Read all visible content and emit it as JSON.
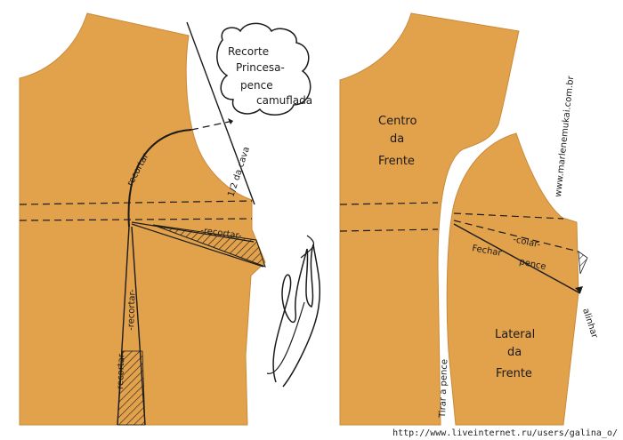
{
  "colors": {
    "paper": "#e2a14b",
    "ink": "#1b1b1b",
    "background": "#ffffff"
  },
  "left_piece": {
    "cloud": {
      "line1": "Recorte",
      "line2": "Princesa-",
      "line3": "pence",
      "line4": "camuflada"
    },
    "half_armhole": "1/2 da cava",
    "cut_curve": "recortar",
    "cut_dart": "-recortar-",
    "cut_vertical_1": "-recortar-",
    "cut_vertical_2": "recortar"
  },
  "right_piece": {
    "center_front": {
      "line1": "Centro",
      "line2": "da",
      "line3": "Frente"
    },
    "glue": "-colar-",
    "close_dart_1": "Fechar",
    "close_dart_2": "pence",
    "align": "alinhar",
    "remove_dart": "Tirar a pence",
    "side_front": {
      "line1": "Lateral",
      "line2": "da",
      "line3": "Frente"
    },
    "site": "www.marlenemukai.com.br"
  },
  "watermark": "http://www.liveinternet.ru/users/galina_o/"
}
